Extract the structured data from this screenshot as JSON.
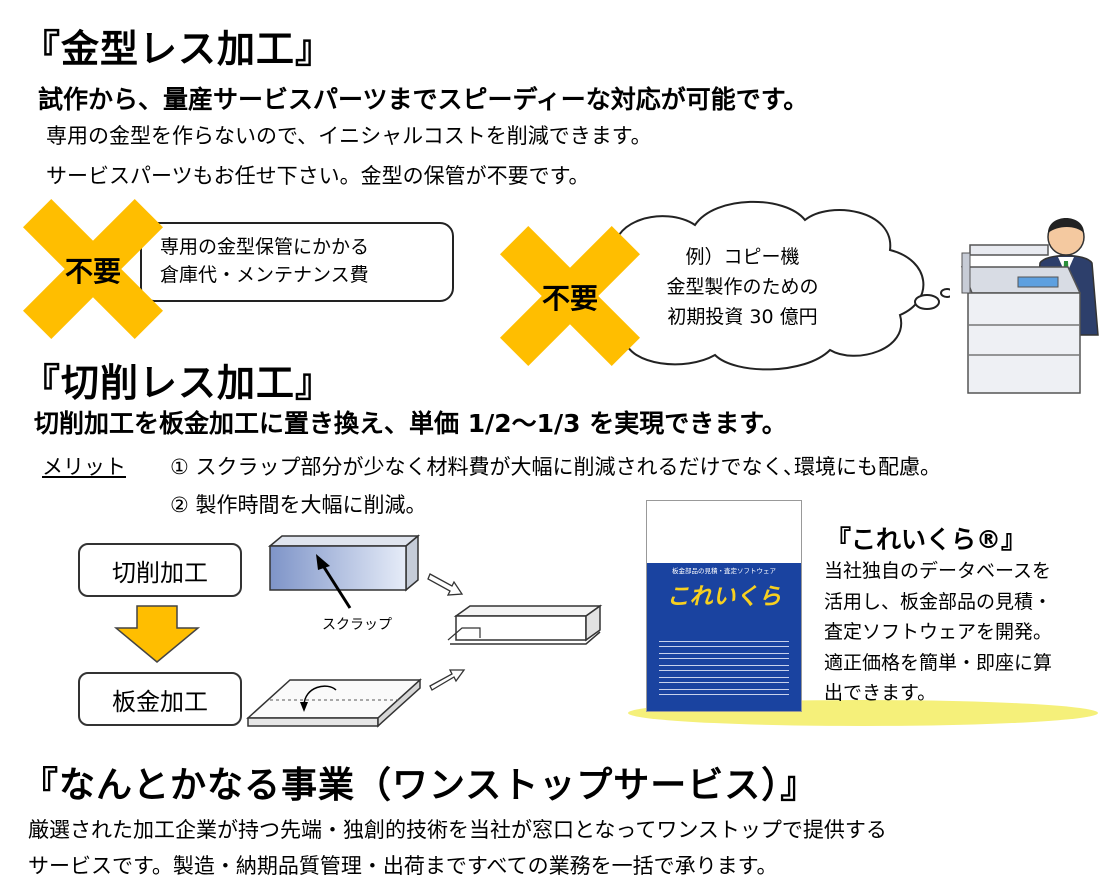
{
  "section1": {
    "title": "『金型レス加工』",
    "subtitle": "試作から、量産サービスパーツまでスピーディーな対応が可能です。",
    "lines": [
      "専用の金型を作らないので、イニシャルコストを削減できます。",
      "サービスパーツもお任せ下さい。金型の保管が不要です。"
    ],
    "badge1": {
      "label": "不要",
      "lines": [
        "専用の金型保管にかかる",
        "倉庫代・メンテナンス費"
      ]
    },
    "badge2": {
      "label": "不要",
      "lines": [
        "例）コピー機",
        "金型製作のための",
        "初期投資 30 億円"
      ]
    }
  },
  "section2": {
    "title": "『切削レス加工』",
    "subtitle": "切削加工を板金加工に置き換え、単価 1/2〜1/3 を実現できます。",
    "merit_label": "メリット",
    "merits": [
      "① スクラップ部分が少なく材料費が大幅に削減されるだけでなく､環境にも配慮。",
      "② 製作時間を大幅に削減。"
    ],
    "diagram": {
      "box_top": "切削加工",
      "box_bottom": "板金加工",
      "scrap_label": "スクラップ"
    }
  },
  "product": {
    "title": "『これいくら®』",
    "book_header": "板金部品の見積・査定ソフトウェア",
    "book_logo": "これいくら",
    "lines": [
      "当社独自のデータベースを",
      "活用し、板金部品の見積・",
      "査定ソフトウェアを開発。",
      "適正価格を簡単・即座に算",
      "出できます。"
    ]
  },
  "section3": {
    "title": "『なんとかなる事業（ワンストップサービス）』",
    "lines": [
      "厳選された加工企業が持つ先端・独創的技術を当社が窓口となってワンストップで提供する",
      "サービスです。製造・納期品質管理・出荷まですべての業務を一括で承ります。"
    ]
  },
  "colors": {
    "badge": "#ffbe00",
    "arrow": "#ffbe00",
    "book_blue": "#1a43a0",
    "highlight": "#f5f07a"
  }
}
